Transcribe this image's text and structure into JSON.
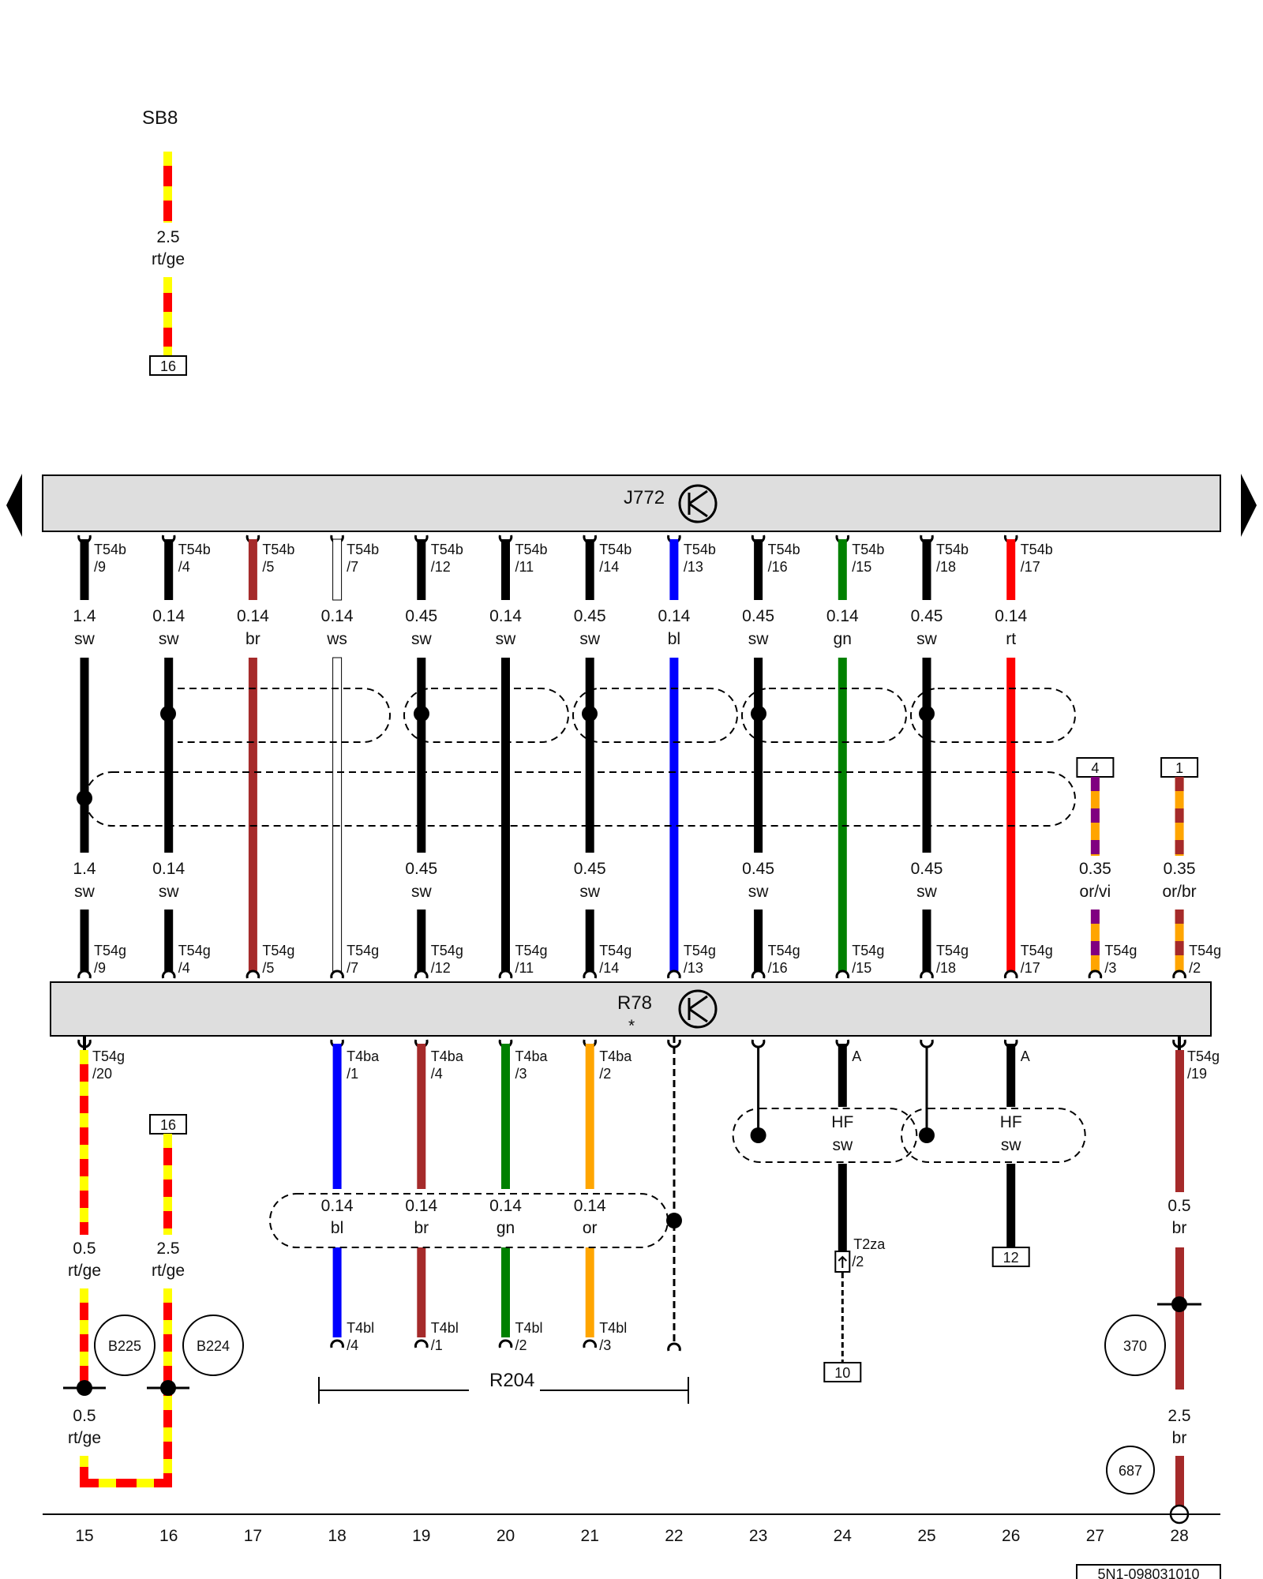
{
  "fuse": {
    "name": "SB8"
  },
  "modules": {
    "top": {
      "name": "J772"
    },
    "mid": {
      "name": "R78",
      "note": "*"
    },
    "bottom_group": {
      "name": "R204"
    }
  },
  "colors": {
    "sw": "#000000",
    "br": "#a52a2a",
    "ws": "#ffffff",
    "bl": "#0000ff",
    "gn": "#008000",
    "rt": "#ff0000",
    "or": "#ffa500",
    "ge": "#ffff00",
    "vi": "#800080",
    "module_fill": "#dedede"
  },
  "columns": [
    "15",
    "16",
    "17",
    "18",
    "19",
    "20",
    "21",
    "22",
    "23",
    "24",
    "25",
    "26",
    "27",
    "28"
  ],
  "sb8_wire": {
    "size": "2.5",
    "color": "rt/ge",
    "terminal": "16"
  },
  "upper_wires": [
    {
      "col": "15",
      "top_conn": "T54b",
      "top_pin": "/9",
      "size": "1.4",
      "color": "sw",
      "bot_conn": "T54g",
      "bot_pin": "/9",
      "bot_size": "1.4",
      "bot_color": "sw"
    },
    {
      "col": "16",
      "top_conn": "T54b",
      "top_pin": "/4",
      "size": "0.14",
      "color": "sw",
      "bot_conn": "T54g",
      "bot_pin": "/4",
      "bot_size": "0.14",
      "bot_color": "sw"
    },
    {
      "col": "17",
      "top_conn": "T54b",
      "top_pin": "/5",
      "size": "0.14",
      "color": "br",
      "bot_conn": "T54g",
      "bot_pin": "/5",
      "bot_size": "",
      "bot_color": ""
    },
    {
      "col": "18",
      "top_conn": "T54b",
      "top_pin": "/7",
      "size": "0.14",
      "color": "ws",
      "bot_conn": "T54g",
      "bot_pin": "/7",
      "bot_size": "",
      "bot_color": ""
    },
    {
      "col": "19",
      "top_conn": "T54b",
      "top_pin": "/12",
      "size": "0.45",
      "color": "sw",
      "bot_conn": "T54g",
      "bot_pin": "/12",
      "bot_size": "0.45",
      "bot_color": "sw"
    },
    {
      "col": "20",
      "top_conn": "T54b",
      "top_pin": "/11",
      "size": "0.14",
      "color": "sw",
      "bot_conn": "T54g",
      "bot_pin": "/11",
      "bot_size": "",
      "bot_color": ""
    },
    {
      "col": "21",
      "top_conn": "T54b",
      "top_pin": "/14",
      "size": "0.45",
      "color": "sw",
      "bot_conn": "T54g",
      "bot_pin": "/14",
      "bot_size": "0.45",
      "bot_color": "sw"
    },
    {
      "col": "22",
      "top_conn": "T54b",
      "top_pin": "/13",
      "size": "0.14",
      "color": "bl",
      "bot_conn": "T54g",
      "bot_pin": "/13",
      "bot_size": "",
      "bot_color": ""
    },
    {
      "col": "23",
      "top_conn": "T54b",
      "top_pin": "/16",
      "size": "0.45",
      "color": "sw",
      "bot_conn": "T54g",
      "bot_pin": "/16",
      "bot_size": "0.45",
      "bot_color": "sw"
    },
    {
      "col": "24",
      "top_conn": "T54b",
      "top_pin": "/15",
      "size": "0.14",
      "color": "gn",
      "bot_conn": "T54g",
      "bot_pin": "/15",
      "bot_size": "",
      "bot_color": ""
    },
    {
      "col": "25",
      "top_conn": "T54b",
      "top_pin": "/18",
      "size": "0.45",
      "color": "sw",
      "bot_conn": "T54g",
      "bot_pin": "/18",
      "bot_size": "0.45",
      "bot_color": "sw"
    },
    {
      "col": "26",
      "top_conn": "T54b",
      "top_pin": "/17",
      "size": "0.14",
      "color": "rt",
      "bot_conn": "T54g",
      "bot_pin": "/17",
      "bot_size": "",
      "bot_color": ""
    }
  ],
  "side_wires": [
    {
      "col": "27",
      "terminal": "4",
      "size": "0.35",
      "color": "or/vi",
      "conn": "T54g",
      "pin": "/3"
    },
    {
      "col": "28",
      "terminal": "1",
      "size": "0.35",
      "color": "or/br",
      "conn": "T54g",
      "pin": "/2"
    }
  ],
  "lower_left": {
    "w15": {
      "conn": "T54g",
      "pin": "/20",
      "size": "0.5",
      "color": "rt/ge",
      "size2": "0.5",
      "color2": "rt/ge"
    },
    "w16": {
      "terminal": "16",
      "size": "2.5",
      "color": "rt/ge"
    },
    "grounds": [
      "B225",
      "B224"
    ]
  },
  "r204_wires": [
    {
      "col": "18",
      "top_conn": "T4ba",
      "top_pin": "/1",
      "size": "0.14",
      "color": "bl",
      "bot_conn": "T4bl",
      "bot_pin": "/4"
    },
    {
      "col": "19",
      "top_conn": "T4ba",
      "top_pin": "/4",
      "size": "0.14",
      "color": "br",
      "bot_conn": "T4bl",
      "bot_pin": "/1"
    },
    {
      "col": "20",
      "top_conn": "T4ba",
      "top_pin": "/3",
      "size": "0.14",
      "color": "gn",
      "bot_conn": "T4bl",
      "bot_pin": "/2"
    },
    {
      "col": "21",
      "top_conn": "T4ba",
      "top_pin": "/2",
      "size": "0.14",
      "color": "or",
      "bot_conn": "T4bl",
      "bot_pin": "/3"
    }
  ],
  "hf_cables": [
    {
      "col": "24",
      "pin": "A",
      "text1": "HF",
      "text2": "sw",
      "conn": "T2za",
      "conn_pin": "/2",
      "terminal": "10"
    },
    {
      "col": "26",
      "pin": "A",
      "text1": "HF",
      "text2": "sw",
      "terminal": "12"
    }
  ],
  "w28": {
    "conn": "T54g",
    "pin": "/19",
    "size": "0.5",
    "color": "br",
    "size2": "2.5",
    "color2": "br",
    "grounds": [
      "370",
      "687"
    ]
  },
  "footer": {
    "code": "5N1-098031010"
  }
}
